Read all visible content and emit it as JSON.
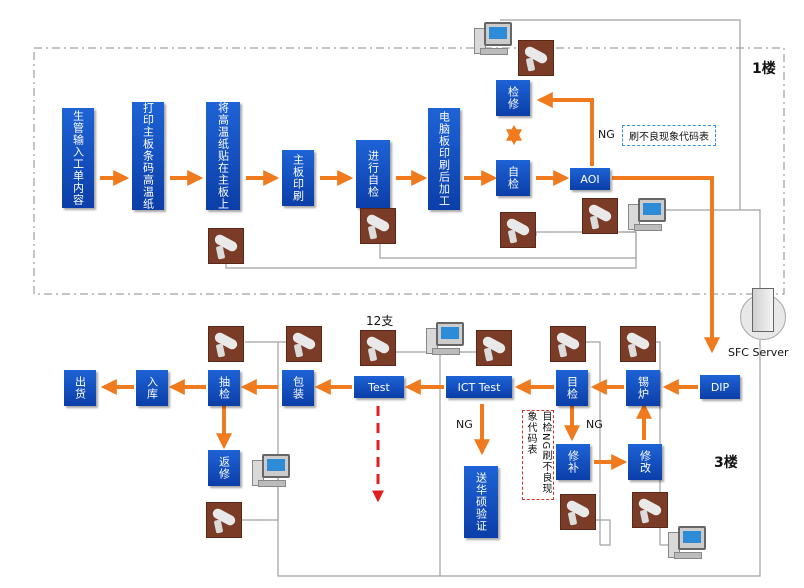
{
  "floor1": {
    "label": "1楼",
    "steps": {
      "s1": "生管输入工单内容",
      "s2": "打印主板条码高温纸",
      "s3": "将高温纸贴在主板上",
      "s4": "主板印刷",
      "s5": "进行自检",
      "s6": "电脑板印刷后加工",
      "s7": "自检",
      "repair": "检修",
      "aoi": "AOI"
    },
    "ng_label": "NG",
    "ng_code_table": "刷不良现象代码表"
  },
  "floor3": {
    "label": "3楼",
    "steps": {
      "dip": "DIP",
      "solder": "锡炉",
      "selfcheck": "目检",
      "ict": "ICT Test",
      "test": "Test",
      "pack": "包装",
      "sample": "抽检",
      "store": "入库",
      "ship": "出货",
      "return": "返修",
      "patch": "修补",
      "modify": "修改",
      "verify": "送华硕验证"
    },
    "ng1": "NG",
    "ng2": "NG",
    "count": "12支",
    "ng_code_table": "目检NG刷不良现象代码表"
  },
  "server": {
    "label": "SFC Server"
  },
  "colors": {
    "arrow": "#f07a1e",
    "box": "#0b3ea8",
    "line": "#9a9a9a"
  }
}
